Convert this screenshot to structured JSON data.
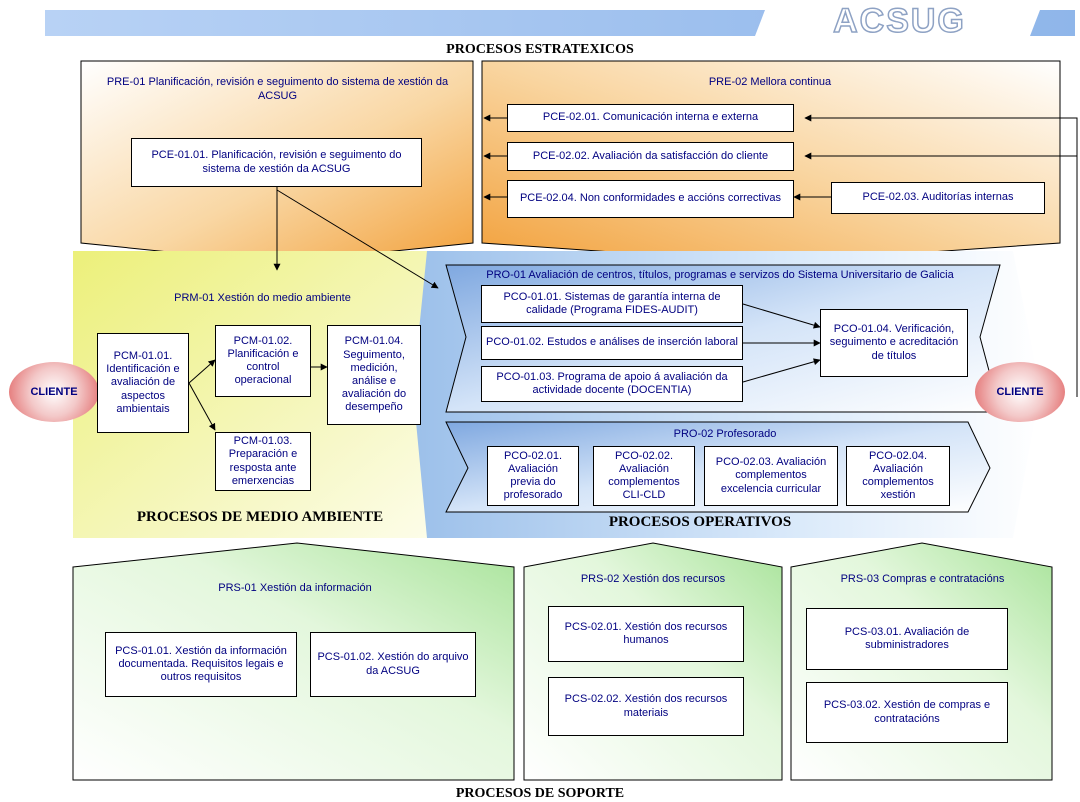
{
  "brand": {
    "logo_text": "ACSUG"
  },
  "sections": {
    "strategic": "PROCESOS ESTRATEXICOS",
    "environment": "PROCESOS DE MEDIO AMBIENTE",
    "operative": "PROCESOS OPERATIVOS",
    "support": "PROCESOS DE SOPORTE"
  },
  "client_left": "CLIENTE",
  "client_right": "CLIENTE",
  "pre01": {
    "title": "PRE-01 Planificación, revisión e seguimento do sistema de xestión da ACSUG",
    "pce0101": "PCE-01.01. Planificación, revisión e seguimento do sistema de xestión da ACSUG"
  },
  "pre02": {
    "title": "PRE-02 Mellora continua",
    "pce0201": "PCE-02.01. Comunicación interna e externa",
    "pce0202": "PCE-02.02. Avaliación da satisfacción do cliente",
    "pce0204": "PCE-02.04. Non conformidades e accións correctivas",
    "pce0203": "PCE-02.03. Auditorías internas"
  },
  "prm01": {
    "title": "PRM-01 Xestión do medio ambiente",
    "pcm0101": "PCM-01.01. Identificación e avaliación de aspectos ambientais",
    "pcm0102": "PCM-01.02. Planificación e control operacional",
    "pcm0103": "PCM-01.03. Preparación e resposta ante emerxencias",
    "pcm0104": "PCM-01.04. Seguimento, medición, análise e avaliación do desempeño"
  },
  "pro01": {
    "title": "PRO-01 Avaliación de centros, títulos, programas e servizos do Sistema Universitario de Galicia",
    "pco0101": "PCO-01.01. Sistemas de garantía interna de calidade (Programa FIDES-AUDIT)",
    "pco0102": "PCO-01.02. Estudos e análises de inserción laboral",
    "pco0103": "PCO-01.03. Programa de apoio á avaliación da actividade docente (DOCENTIA)",
    "pco0104": "PCO-01.04. Verificación, seguimento e acreditación de títulos"
  },
  "pro02": {
    "title": "PRO-02 Profesorado",
    "pco0201": "PCO-02.01. Avaliación previa do profesorado",
    "pco0202": "PCO-02.02. Avaliación complementos CLI-CLD",
    "pco0203": "PCO-02.03. Avaliación complementos excelencia curricular",
    "pco0204": "PCO-02.04. Avaliación complementos xestión"
  },
  "prs01": {
    "title": "PRS-01 Xestión da información",
    "pcs0101": "PCS-01.01. Xestión da información documentada. Requisitos legais e outros requisitos",
    "pcs0102": "PCS-01.02. Xestión do arquivo da ACSUG"
  },
  "prs02": {
    "title": "PRS-02 Xestión dos recursos",
    "pcs0201": "PCS-02.01. Xestión dos recursos humanos",
    "pcs0202": "PCS-02.02. Xestión dos recursos materiais"
  },
  "prs03": {
    "title": "PRS-03 Compras e contratacións",
    "pcs0301": "PCS-03.01. Avaliación de subministradores",
    "pcs0302": "PCS-03.02. Xestión de compras e contratacións"
  },
  "colors": {
    "text": "#000080",
    "banner": "#a9c8f2",
    "strategic": "#f5b05a",
    "environment": "#f0f090",
    "operative": "#aaccf0",
    "support": "#c4efb8"
  }
}
